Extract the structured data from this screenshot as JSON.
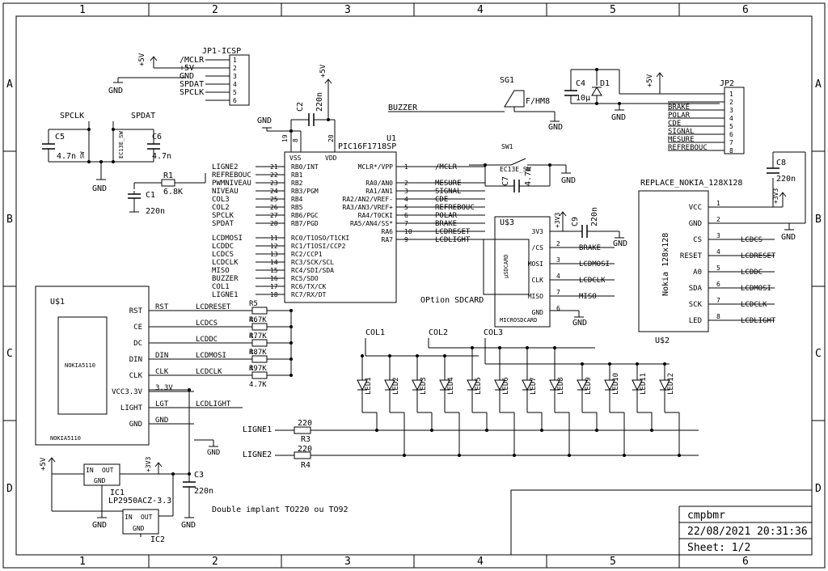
{
  "frame": {
    "columns": [
      "1",
      "2",
      "3",
      "4",
      "5",
      "6"
    ],
    "rows": [
      "A",
      "B",
      "C",
      "D"
    ]
  },
  "title_block": {
    "name": "cmpbmr",
    "date": "22/08/2021 20:31:36",
    "sheet": "Sheet: 1/2"
  },
  "notes": {
    "double_implant": "Double implant TO220 ou TO92",
    "option_sdcard": "OPtion SDCARD"
  },
  "power": {
    "p5v": "+5V",
    "p3v3": "+3V3",
    "gnd": "GND"
  },
  "jp1": {
    "name": "JP1-ICSP",
    "signals": [
      "/MCLR",
      "+5V",
      "GND",
      "SPDAT",
      "SPCLK",
      ""
    ],
    "pins": [
      "1",
      "2",
      "3",
      "4",
      "5",
      "6"
    ]
  },
  "jp2": {
    "name": "JP2",
    "signals": [
      "",
      "",
      "BRAKE",
      "POLAR",
      "CDE",
      "SIGNAL",
      "MESURE",
      "REFREBOUC"
    ],
    "pins": [
      "1",
      "2",
      "3",
      "4",
      "5",
      "6",
      "7",
      "8"
    ]
  },
  "u1": {
    "name": "U1",
    "part": "PIC16F1718SP",
    "vss": "VSS",
    "vdd": "VDD",
    "pin19": "19",
    "pin8": "8",
    "pin20": "20",
    "left": [
      {
        "net": "LIGNE2",
        "num": "21",
        "pin": "RB0/INT"
      },
      {
        "net": "REFREBOUC",
        "num": "22",
        "pin": "RB1"
      },
      {
        "net": "PWMNIVEAU",
        "num": "23",
        "pin": "RB2"
      },
      {
        "net": "NIVEAU",
        "num": "24",
        "pin": "RB3/PGM"
      },
      {
        "net": "COL3",
        "num": "25",
        "pin": "RB4"
      },
      {
        "net": "COL2",
        "num": "26",
        "pin": "RB5"
      },
      {
        "net": "SPCLK",
        "num": "27",
        "pin": "RB6/PGC"
      },
      {
        "net": "SPDAT",
        "num": "28",
        "pin": "RB7/PGD"
      },
      {
        "net": "LCDMOSI",
        "num": "11",
        "pin": "RC0/T1OSO/T1CKI"
      },
      {
        "net": "LCDDC",
        "num": "12",
        "pin": "RC1/T1OSI/CCP2"
      },
      {
        "net": "LCDCS",
        "num": "13",
        "pin": "RC2/CCP1"
      },
      {
        "net": "LCDCLK",
        "num": "14",
        "pin": "RC3/SCK/SCL"
      },
      {
        "net": "MISO",
        "num": "15",
        "pin": "RC4/SDI/SDA"
      },
      {
        "net": "BUZZER",
        "num": "16",
        "pin": "RC5/SDO"
      },
      {
        "net": "COL1",
        "num": "17",
        "pin": "RC6/TX/CK"
      },
      {
        "net": "LIGNE1",
        "num": "18",
        "pin": "RC7/RX/DT"
      }
    ],
    "right": [
      {
        "pin": "MCLR*/VPP",
        "num": "1",
        "net": "/MCLR"
      },
      {
        "pin": "RA0/AN0",
        "num": "2",
        "net": "MESURE"
      },
      {
        "pin": "RA1/AN1",
        "num": "3",
        "net": "SIGNAL"
      },
      {
        "pin": "RA2/AN2/VREF-",
        "num": "4",
        "net": "CDE"
      },
      {
        "pin": "RA3/AN3/VREF+",
        "num": "5",
        "net": "REFREBOUC"
      },
      {
        "pin": "RA4/T0CKI",
        "num": "6",
        "net": "POLAR"
      },
      {
        "pin": "RA5/AN4/SS*",
        "num": "7",
        "net": "BRAKE"
      },
      {
        "pin": "RA6",
        "num": "10",
        "net": "LCDRESET"
      },
      {
        "pin": "RA7",
        "num": "9",
        "net": "LCDLIGHT"
      }
    ]
  },
  "u3": {
    "name": "U$3",
    "part": "MICROSDCARD",
    "body": "µSDCARD",
    "pins": [
      {
        "pin": "3V3",
        "num": "",
        "net": ""
      },
      {
        "pin": "/CS",
        "num": "2",
        "net": "BRAKE"
      },
      {
        "pin": "MOSI",
        "num": "3",
        "net": "LCDMOSI"
      },
      {
        "pin": "CLK",
        "num": "4",
        "net": "LCDCLK"
      },
      {
        "pin": "MISO",
        "num": "7",
        "net": "MISO"
      },
      {
        "pin": "GND",
        "num": "6",
        "net": ""
      }
    ]
  },
  "u2": {
    "name": "U$2",
    "title": "REPLACE_NOKIA_128X128",
    "body": "Nokia 128x128",
    "pins": [
      {
        "pin": "VCC",
        "num": "1",
        "net": ""
      },
      {
        "pin": "GND",
        "num": "2",
        "net": ""
      },
      {
        "pin": "CS",
        "num": "3",
        "net": "LCDCS"
      },
      {
        "pin": "RESET",
        "num": "4",
        "net": "LCDRESET"
      },
      {
        "pin": "A0",
        "num": "5",
        "net": "LCDDC"
      },
      {
        "pin": "SDA",
        "num": "6",
        "net": "LCDMOSI"
      },
      {
        "pin": "SCK",
        "num": "7",
        "net": "LCDCLK"
      },
      {
        "pin": "LED",
        "num": "8",
        "net": "LCDLIGHT"
      }
    ]
  },
  "u1_lcd": {
    "name": "U$1",
    "body": "NOKIA5110",
    "bottom": "NOKIA5110",
    "pins": [
      {
        "pin": "RST",
        "net": "RST",
        "ext": "LCDRESET"
      },
      {
        "pin": "CE",
        "net": "",
        "ext": "LCDCS"
      },
      {
        "pin": "DC",
        "net": "",
        "ext": "LCDDC"
      },
      {
        "pin": "DIN",
        "net": "DIN",
        "ext": "LCDMOSI"
      },
      {
        "pin": "CLK",
        "net": "CLK",
        "ext": "LCDCLK"
      },
      {
        "pin": "VCC3.3V",
        "net": "3.3V",
        "ext": ""
      },
      {
        "pin": "LIGHT",
        "net": "LGT",
        "ext": "LCDLIGHT"
      },
      {
        "pin": "GND",
        "net": "GND",
        "ext": ""
      }
    ],
    "resistors": [
      "R5",
      "R6",
      "R7",
      "R8",
      "R9"
    ],
    "res_values": [
      "4.7K",
      "4.7K",
      "4.7K",
      "4.7K",
      "4.7K"
    ]
  },
  "parts": {
    "c1": "C1",
    "c1v": "220n",
    "c2": "C2",
    "c2v": "220n",
    "c3": "C3",
    "c3v": "220n",
    "c4": "C4",
    "c4v": "10µ",
    "c5": "C5",
    "c5v": "4.7n",
    "c6": "C6",
    "c6v": "4.7n",
    "c7": "C7",
    "c7v": "4.7n",
    "c8": "C8",
    "c8v": "220n",
    "c9": "C9",
    "c9v": "220n",
    "r1": "R1",
    "r1v": "6.8K",
    "r3": "R3",
    "r3v": "220",
    "r4": "R4",
    "r4v": "220",
    "d1": "D1",
    "sg1": "SG1",
    "sg1v": "F/HM8",
    "sw1": "SW1",
    "sw1v": "EC13E_SW",
    "sw_left": "SW",
    "sw_left_v": "EC13E_SW",
    "spclk": "SPCLK",
    "spdat": "SPDAT",
    "buzzer": "BUZZER",
    "ic1": "IC1",
    "ic1v": "LP2950ACZ-3.3",
    "ic2": "IC2",
    "in": "IN",
    "out": "OUT"
  },
  "leds": {
    "labels": [
      "LED1",
      "LED2",
      "LED3",
      "LED4",
      "LED5",
      "LED6",
      "LED7",
      "LED8",
      "LED9",
      "LED10",
      "LED11",
      "LED12"
    ],
    "cols": [
      "COL1",
      "COL2",
      "COL3"
    ],
    "rows": [
      "LIGNE1",
      "LIGNE2"
    ]
  }
}
